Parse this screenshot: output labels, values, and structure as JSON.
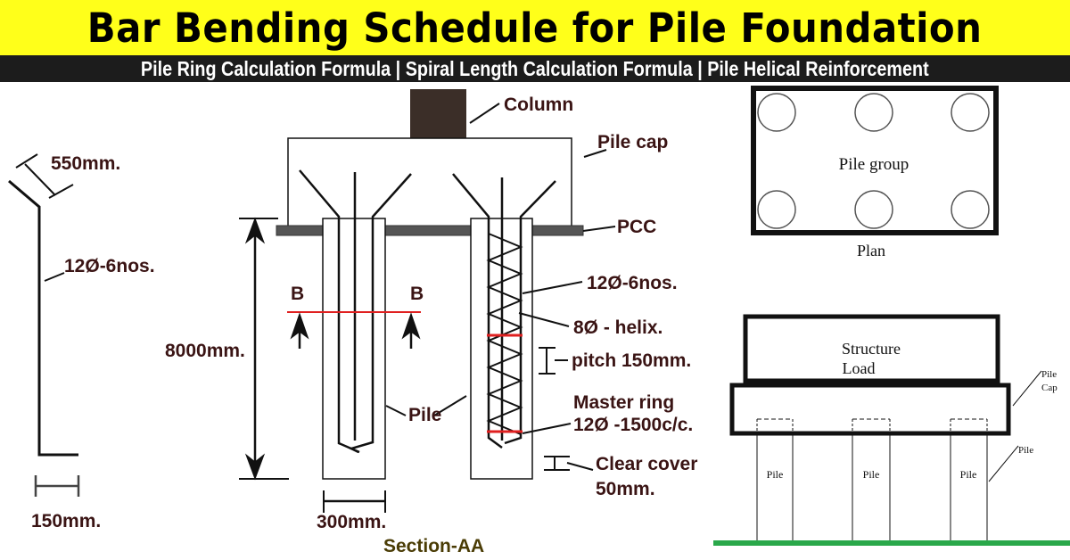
{
  "header": {
    "title": "Bar Bending Schedule for Pile Foundation",
    "subtitle": "Pile Ring Calculation Formula | Spiral Length Calculation Formula | Pile Helical Reinforcement"
  },
  "bar_shape": {
    "top_bend": "550mm.",
    "bar_label": "12Ø-6nos.",
    "bottom_bend": "150mm."
  },
  "section": {
    "column": "Column",
    "pile_cap": "Pile cap",
    "pcc": "PCC",
    "length": "8000mm.",
    "section_mark_left": "B",
    "section_mark_right": "B",
    "main_bars": "12Ø-6nos.",
    "helix": "8Ø - helix.",
    "pitch": "pitch 150mm.",
    "master_ring_1": "Master ring",
    "master_ring_2": "12Ø -1500c/c.",
    "pile": "Pile",
    "clear_cover_1": "Clear cover",
    "clear_cover_2": "50mm.",
    "pile_width": "300mm.",
    "caption": "Section-AA"
  },
  "plan": {
    "label": "Pile group",
    "caption": "Plan"
  },
  "elevation": {
    "structure_1": "Structure",
    "structure_2": "Load",
    "pile_cap_1": "Pile",
    "pile_cap_2": "Cap",
    "pile_callout": "Pile",
    "piles": [
      "Pile",
      "Pile",
      "Pile"
    ]
  },
  "colors": {
    "title_bg": "#ffff1a",
    "subtitle_bg": "#1c1c1c",
    "label_text": "#3a1414",
    "section_line": "#e02020",
    "ground": "#2aa84a",
    "column_fill": "#3b2e28"
  }
}
